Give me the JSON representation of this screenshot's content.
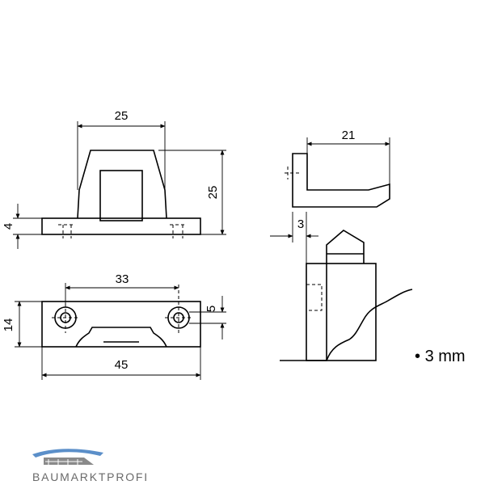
{
  "dimensions": {
    "top_view_width": "25",
    "top_view_height": "25",
    "base_thickness": "4",
    "hole_spacing": "33",
    "plate_depth": "14",
    "hole_diameter": "5",
    "plate_length": "45",
    "side_view_length": "21",
    "offset": "3"
  },
  "note": {
    "bullet": "•",
    "text": "3 mm"
  },
  "brand": {
    "name": "BAUMARKTPROFI",
    "logo_icon": "roof-icon",
    "colors": {
      "roof_blue": "#5b8fc9",
      "roof_gray": "#8a8a8a",
      "text_gray": "#6a6a6a"
    }
  }
}
